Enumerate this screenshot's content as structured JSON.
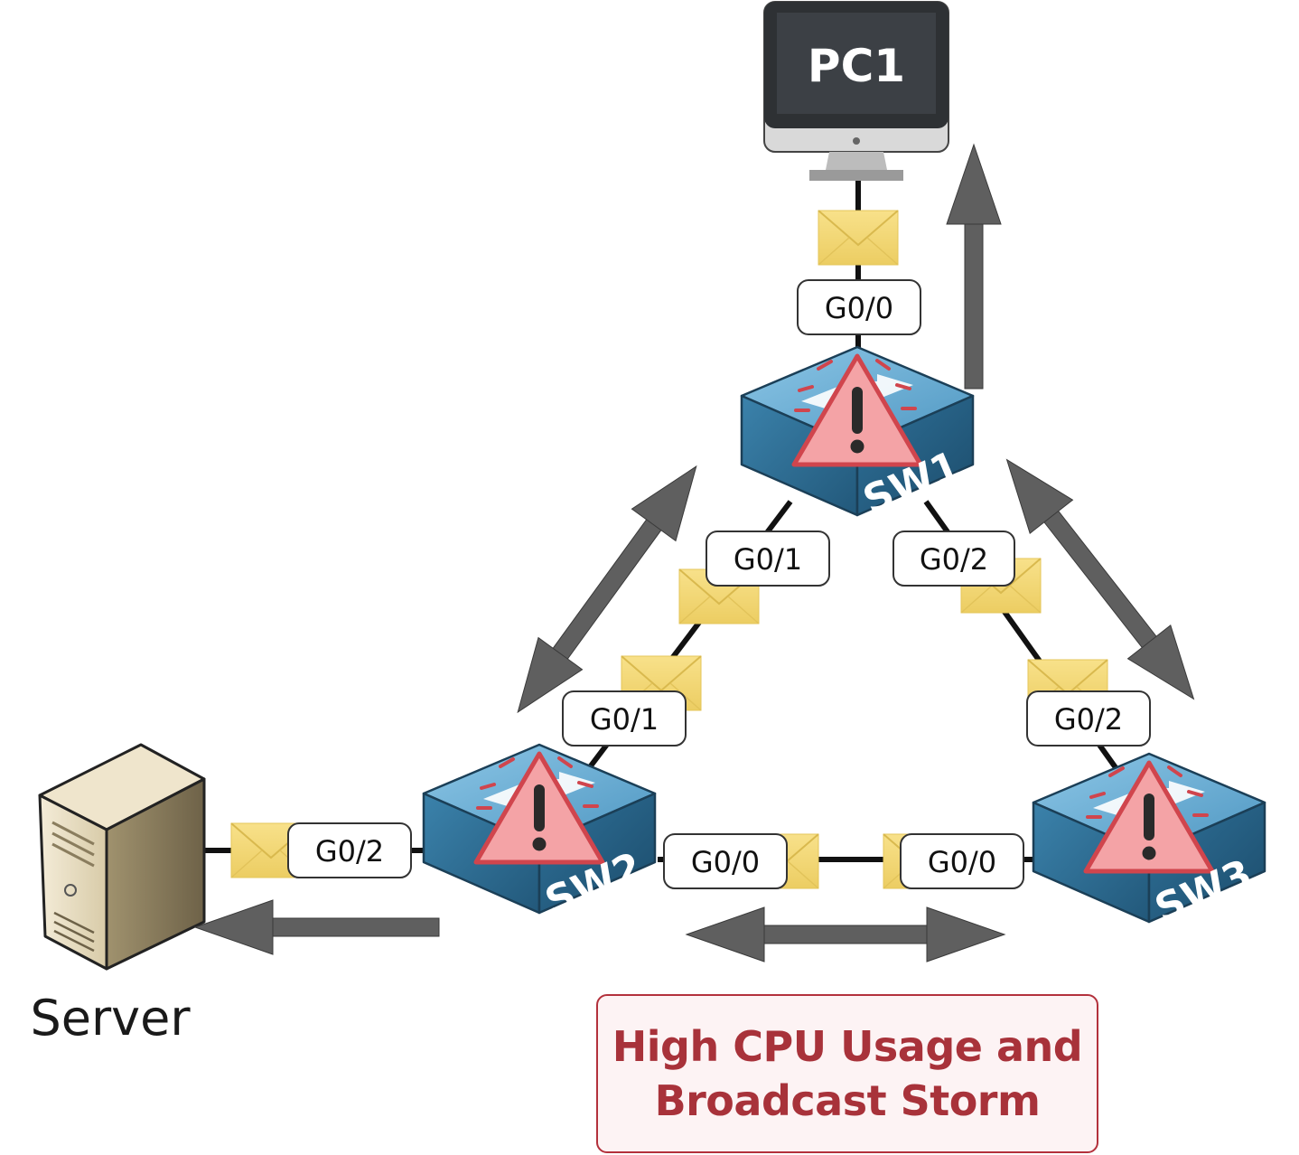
{
  "devices": {
    "pc1": {
      "label": "PC1"
    },
    "server": {
      "label": "Server"
    },
    "sw1": {
      "label": "SW1"
    },
    "sw2": {
      "label": "SW2"
    },
    "sw3": {
      "label": "SW3"
    }
  },
  "ports": {
    "sw1_g00": "G0/0",
    "sw1_g01": "G0/1",
    "sw1_g02": "G0/2",
    "sw2_g01": "G0/1",
    "sw2_g02": "G0/2",
    "sw2_g00": "G0/0",
    "sw3_g00": "G0/0",
    "sw3_g02": "G0/2"
  },
  "alert": {
    "line1": "High CPU Usage and",
    "line2": "Broadcast Storm"
  },
  "colors": {
    "switch_top": "#6aaed6",
    "switch_side": "#2f6f92",
    "warning_fill": "#f4a3a6",
    "warning_stroke": "#d0454d",
    "envelope": "#f5d978",
    "arrow": "#5f5f5f",
    "alert_text": "#a8323a"
  },
  "icons": [
    "warning-icon",
    "envelope-icon",
    "monitor-icon",
    "server-icon",
    "switch-icon"
  ]
}
